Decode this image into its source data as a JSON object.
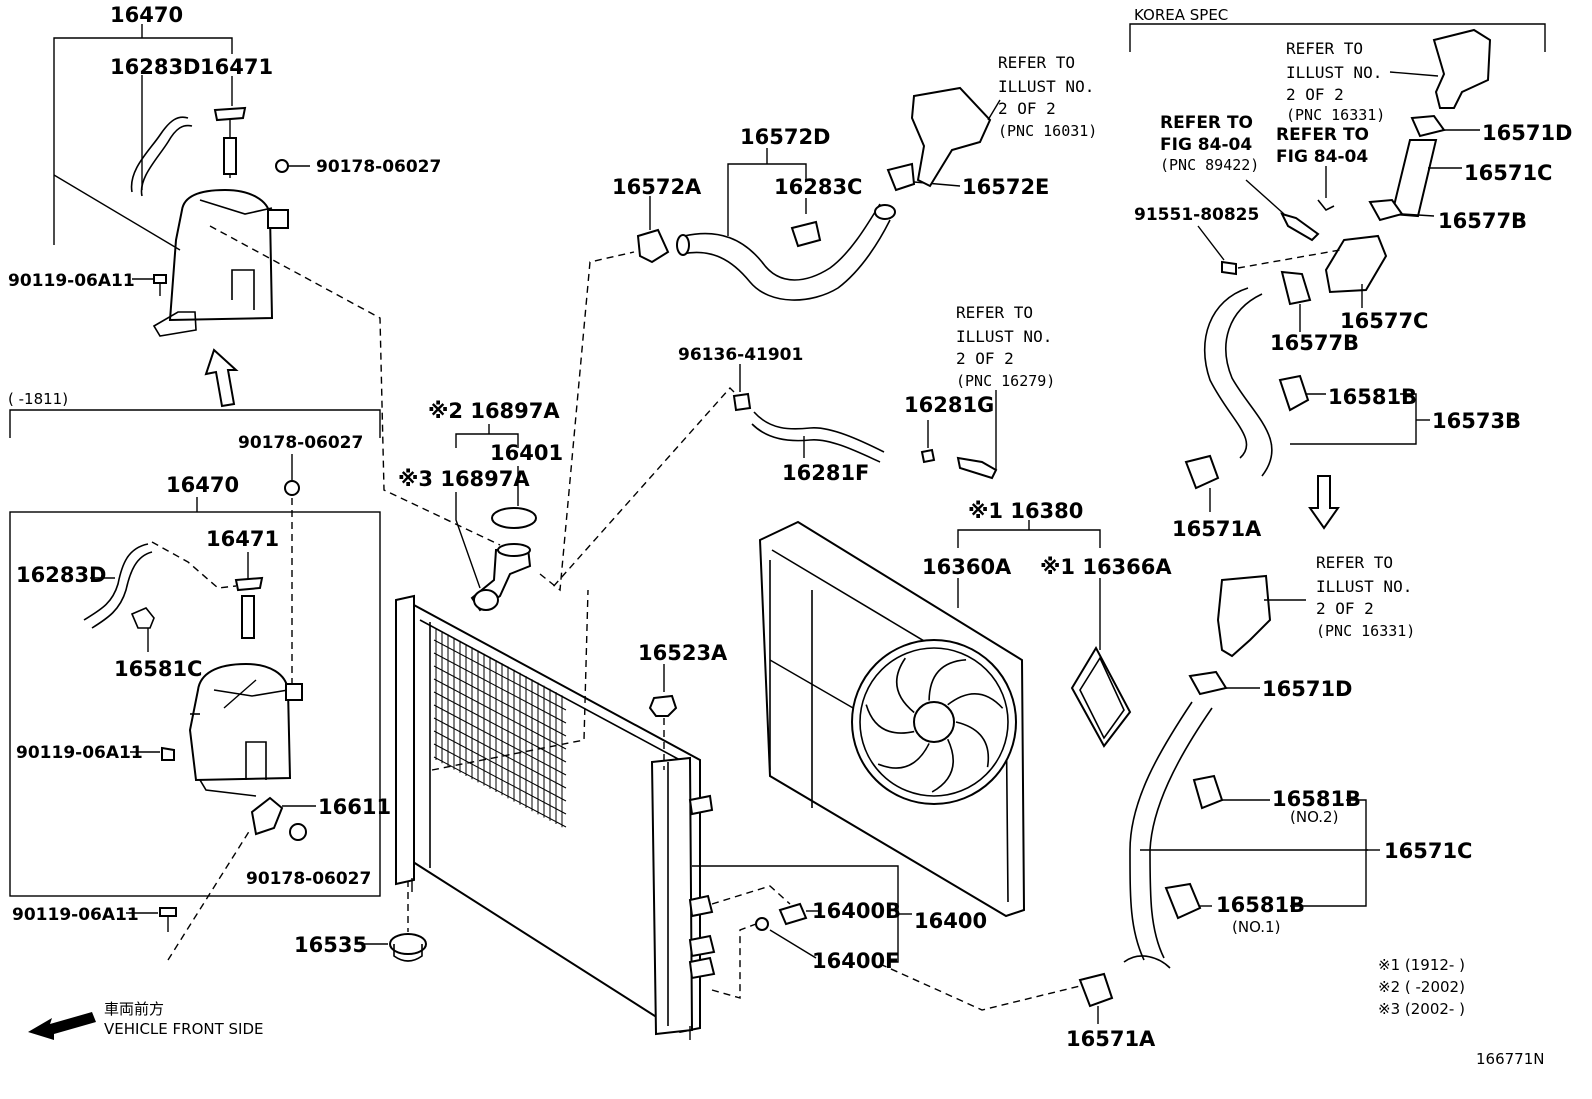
{
  "labels": {
    "p16470_top": "16470",
    "p16283D_top": "16283D",
    "p16471_top": "16471",
    "p90178_top": "90178-06027",
    "p90119_top": "90119-06A11",
    "range_1811": "(    -1811)",
    "p90178_mid": "90178-06027",
    "p16470_box": "16470",
    "p16471_box": "16471",
    "p16283D_box": "16283D",
    "p16581C": "16581C",
    "p90119_box": "90119-06A11",
    "p16611": "16611",
    "p90178_box": "90178-06027",
    "p90119_low": "90119-06A11",
    "p16535": "16535",
    "vehicle_front_jp": "車両前方",
    "vehicle_front_en": "VEHICLE FRONT SIDE",
    "p16897A_2": "※2 16897A",
    "p16401": "16401",
    "p16897A_3": "※3 16897A",
    "p16572A": "16572A",
    "p16572D": "16572D",
    "p16283C": "16283C",
    "p16572E": "16572E",
    "ref_16031_l1": "REFER TO",
    "ref_16031_l2": "ILLUST NO.",
    "ref_16031_l3": "2 OF 2",
    "ref_16031_l4": "(PNC 16031)",
    "p96136": "96136-41901",
    "p16281F": "16281F",
    "p16281G": "16281G",
    "ref_16279_l1": "REFER TO",
    "ref_16279_l2": "ILLUST NO.",
    "ref_16279_l3": "2 OF 2",
    "ref_16279_l4": "(PNC 16279)",
    "p16380": "※1 16380",
    "p16360A": "16360A",
    "p16366A": "※1 16366A",
    "p16523A": "16523A",
    "p16400B": "16400B",
    "p16400": "16400",
    "p16400F": "16400F",
    "korea_spec": "KOREA SPEC",
    "ref_k1_l1": "REFER TO",
    "ref_k1_l2": "ILLUST NO.",
    "ref_k1_l3": "2 OF 2",
    "ref_k1_l4": "(PNC 16331)",
    "ref_fig_a_l1": "REFER TO",
    "ref_fig_a_l2": "FIG 84-04",
    "ref_fig_a_l3": "(PNC 89422)",
    "ref_fig_b_l1": "REFER TO",
    "ref_fig_b_l2": "FIG 84-04",
    "p91551": "91551-80825",
    "p16571D_k": "16571D",
    "p16571C_k": "16571C",
    "p16577B_a": "16577B",
    "p16577B_b": "16577B",
    "p16577C": "16577C",
    "p16581B_k": "16581B",
    "p16573B": "16573B",
    "p16571A_k": "16571A",
    "ref_k2_l1": "REFER TO",
    "ref_k2_l2": "ILLUST NO.",
    "ref_k2_l3": "2 OF 2",
    "ref_k2_l4": "(PNC 16331)",
    "p16571D": "16571D",
    "p16581B_no2": "16581B",
    "no2": "(NO.2)",
    "p16571C": "16571C",
    "p16581B_no1": "16581B",
    "no1": "(NO.1)",
    "p16571A": "16571A",
    "note1": "※1 (1912-      )",
    "note2": "※2 (      -2002)",
    "note3": "※3 (2002-      )",
    "illustration_no": "166771N"
  }
}
